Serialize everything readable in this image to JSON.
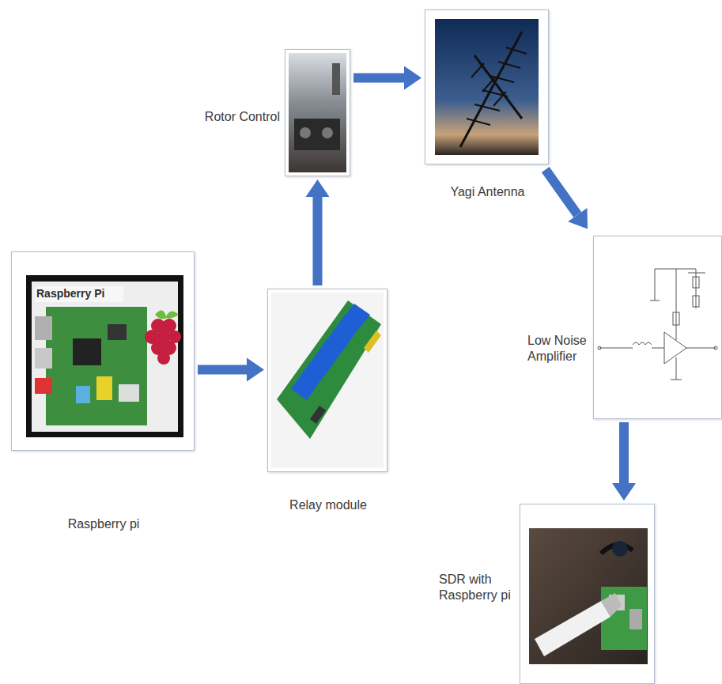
{
  "diagram": {
    "nodes": [
      {
        "text": [
          "Raspberry pi"
        ]
      },
      {
        "text": [
          "Relay module"
        ]
      },
      {
        "text": [
          "Rotor Control"
        ]
      },
      {
        "text": [
          "Yagi Antenna"
        ]
      },
      {
        "text": [
          "Low Noise Amplifier"
        ]
      },
      {
        "text": [
          "SDR with Raspberry pi"
        ]
      }
    ],
    "edges": [
      {
        "from": 0,
        "to": 1,
        "arrow": "to"
      },
      {
        "from": 1,
        "to": 2,
        "arrow": "to"
      },
      {
        "from": 2,
        "to": 3,
        "arrow": "to"
      },
      {
        "from": 3,
        "to": 4,
        "arrow": "to"
      },
      {
        "from": 4,
        "to": 5,
        "arrow": "to"
      }
    ],
    "labels": [
      "Raspberry Pi"
    ]
  }
}
